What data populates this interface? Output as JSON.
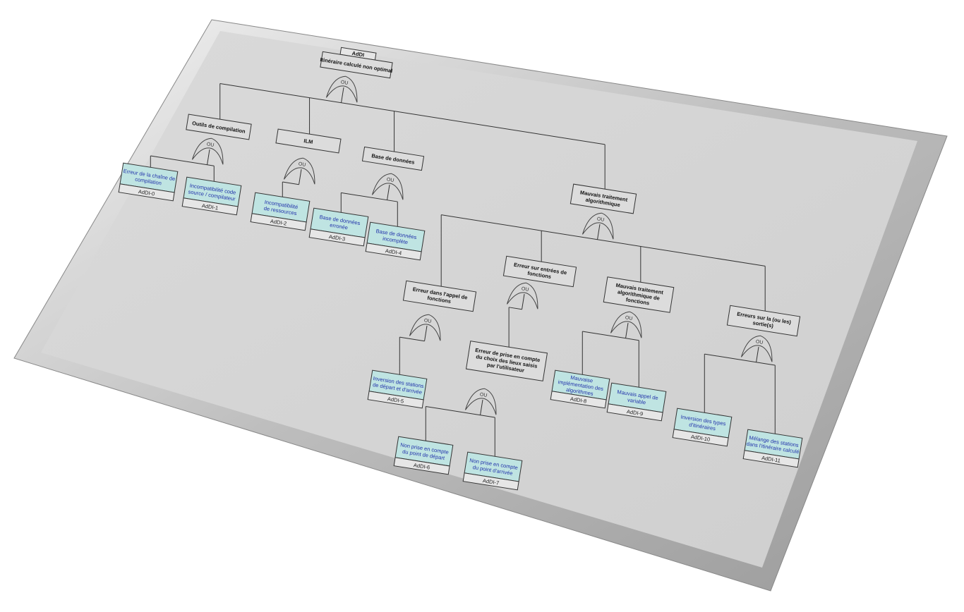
{
  "diagram": {
    "type": "fault-tree",
    "gate_label": "OU",
    "nodes": [
      {
        "id": "root",
        "kind": "event",
        "code": "AdDI",
        "lines": [
          "Itinéraire calculé non optimal"
        ]
      },
      {
        "id": "outils",
        "kind": "event",
        "lines": [
          "Outils de compilation"
        ]
      },
      {
        "id": "ilm",
        "kind": "event",
        "lines": [
          "ILM"
        ]
      },
      {
        "id": "bdd",
        "kind": "event",
        "lines": [
          "Base de données"
        ]
      },
      {
        "id": "mta",
        "kind": "event",
        "lines": [
          "Mauvais traitement",
          "algorithmique"
        ]
      },
      {
        "id": "appel",
        "kind": "event",
        "lines": [
          "Erreur dans l'appel de",
          "fonctions"
        ]
      },
      {
        "id": "entrees",
        "kind": "event",
        "lines": [
          "Erreur sur entrées de",
          "fonctions"
        ]
      },
      {
        "id": "mtaf",
        "kind": "event",
        "lines": [
          "Mauvais traitement",
          "algorithmique de",
          "fonctions"
        ]
      },
      {
        "id": "sorties",
        "kind": "event",
        "lines": [
          "Erreurs sur la (ou les)",
          "sortie(s)"
        ]
      },
      {
        "id": "prise",
        "kind": "event",
        "lines": [
          "Erreur de prise en compte",
          "du choix des lieux saisis",
          "par l'utilisateur"
        ]
      },
      {
        "id": "l0",
        "kind": "leaf",
        "code": "AdDI-0",
        "lines": [
          "Erreur de la chaîne de",
          "compilation"
        ]
      },
      {
        "id": "l1",
        "kind": "leaf",
        "code": "AdDI-1",
        "lines": [
          "Incompatibilité code",
          "source / compilateur"
        ]
      },
      {
        "id": "l2",
        "kind": "leaf",
        "code": "AdDI-2",
        "lines": [
          "Incompatibilité",
          "de ressources"
        ]
      },
      {
        "id": "l3",
        "kind": "leaf",
        "code": "AdDI-3",
        "lines": [
          "Base de données",
          "erronée"
        ]
      },
      {
        "id": "l4",
        "kind": "leaf",
        "code": "AdDI-4",
        "lines": [
          "Base de données",
          "incomplète"
        ]
      },
      {
        "id": "l5",
        "kind": "leaf",
        "code": "AdDI-5",
        "lines": [
          "Inversion des stations",
          "de départ et d'arrivée"
        ]
      },
      {
        "id": "l6",
        "kind": "leaf",
        "code": "AdDI-6",
        "lines": [
          "Non prise en compte",
          "du point de départ"
        ]
      },
      {
        "id": "l7",
        "kind": "leaf",
        "code": "AdDI-7",
        "lines": [
          "Non prise en compte",
          "du point d'arrivée"
        ]
      },
      {
        "id": "l8",
        "kind": "leaf",
        "code": "AdDI-8",
        "lines": [
          "Mauvaise",
          "implémentation des",
          "algorithmes"
        ]
      },
      {
        "id": "l9",
        "kind": "leaf",
        "code": "AdDI-9",
        "lines": [
          "Mauvais appel de",
          "variable"
        ]
      },
      {
        "id": "l10",
        "kind": "leaf",
        "code": "AdDI-10",
        "lines": [
          "Inversion des types",
          "d'itinéraires"
        ]
      },
      {
        "id": "l11",
        "kind": "leaf",
        "code": "AdDI-11",
        "lines": [
          "Mélange des stations",
          "dans l'itinéraire calculé"
        ]
      }
    ],
    "edges": [
      [
        "root",
        "outils"
      ],
      [
        "root",
        "ilm"
      ],
      [
        "root",
        "bdd"
      ],
      [
        "root",
        "mta"
      ],
      [
        "outils",
        "l0"
      ],
      [
        "outils",
        "l1"
      ],
      [
        "ilm",
        "l2"
      ],
      [
        "bdd",
        "l3"
      ],
      [
        "bdd",
        "l4"
      ],
      [
        "mta",
        "appel"
      ],
      [
        "mta",
        "entrees"
      ],
      [
        "mta",
        "mtaf"
      ],
      [
        "mta",
        "sorties"
      ],
      [
        "appel",
        "l5"
      ],
      [
        "entrees",
        "prise"
      ],
      [
        "prise",
        "l6"
      ],
      [
        "prise",
        "l7"
      ],
      [
        "mtaf",
        "l8"
      ],
      [
        "mtaf",
        "l9"
      ],
      [
        "sorties",
        "l10"
      ],
      [
        "sorties",
        "l11"
      ]
    ]
  }
}
